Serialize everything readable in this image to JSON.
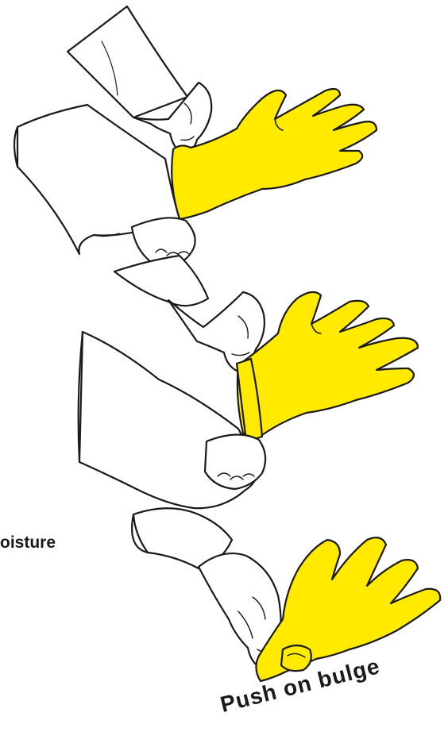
{
  "captions": {
    "moisture": "oisture",
    "bulge": "Push on bulge"
  },
  "colors": {
    "glove": "#ffea00",
    "outline": "#1a1a1a",
    "sleeve": "#ffffff"
  },
  "icons": {
    "step1": "hands-gripping-glove-cuff",
    "step2": "hands-rolling-glove-cuff",
    "step3": "hand-pushing-glove-bulge"
  }
}
